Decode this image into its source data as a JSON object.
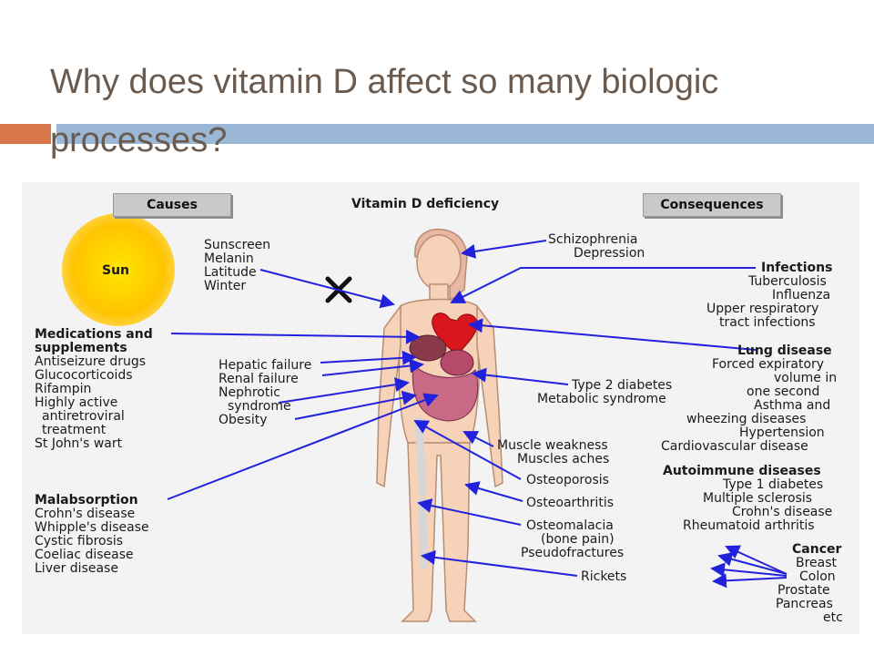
{
  "slide": {
    "title": "Why does vitamin D affect so many biologic processes?",
    "colors": {
      "accent_orange": "#d9774a",
      "accent_blue": "#9ab7d6",
      "title": "#6b5a4e"
    }
  },
  "diagram": {
    "header_causes": "Causes",
    "header_center": "Vitamin D deficiency",
    "header_consequences": "Consequences",
    "sun_label": "Sun",
    "sun_causes": [
      "Sunscreen",
      "Melanin",
      "Latitude",
      "Winter"
    ],
    "medications_title_1": "Medications and",
    "medications_title_2": "supplements",
    "medications": [
      "Antiseizure drugs",
      "Glucocorticoids",
      "Rifampin",
      "Highly active",
      "antiretroviral",
      "treatment",
      "St John's wart"
    ],
    "organ_failures": [
      "Hepatic failure",
      "Renal failure",
      "Nephrotic",
      "syndrome",
      "Obesity"
    ],
    "malabsorption_title": "Malabsorption",
    "malabsorption": [
      "Crohn's disease",
      "Whipple's disease",
      "Cystic fibrosis",
      "Coeliac disease",
      "Liver disease"
    ],
    "mental": [
      "Schizophrenia",
      "Depression"
    ],
    "diabetes": [
      "Type 2 diabetes",
      "Metabolic syndrome"
    ],
    "muscle": [
      "Muscle weakness",
      "Muscles aches"
    ],
    "osteoporosis": "Osteoporosis",
    "osteoarthritis": "Osteoarthritis",
    "osteomalacia": [
      "Osteomalacia",
      "(bone pain)",
      "Pseudofractures"
    ],
    "rickets": "Rickets",
    "infections_title": "Infections",
    "infections": [
      "Tuberculosis",
      "Influenza",
      "Upper respiratory",
      "tract infections"
    ],
    "lung_title": "Lung disease",
    "lung": [
      "Forced expiratory",
      "volume in",
      "one second",
      "Asthma and",
      "wheezing diseases",
      "Hypertension",
      "Cardiovascular disease"
    ],
    "autoimmune_title": "Autoimmune diseases",
    "autoimmune": [
      "Type 1 diabetes",
      "Multiple sclerosis",
      "Crohn's disease",
      "Rheumatoid arthritis"
    ],
    "cancer_title": "Cancer",
    "cancer": [
      "Breast",
      "Colon",
      "Prostate",
      "Pancreas",
      "etc"
    ]
  }
}
